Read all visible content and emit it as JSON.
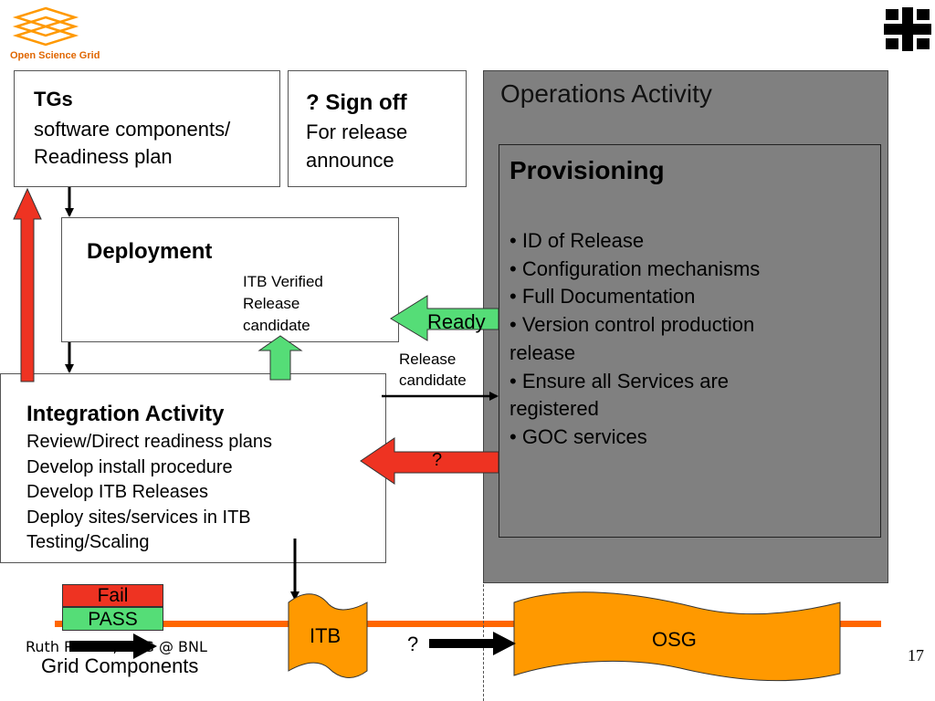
{
  "header": {
    "logo_text": "Open Science Grid"
  },
  "tgs_box": {
    "title": "TGs",
    "line1": "software components/",
    "line2": "Readiness plan"
  },
  "signoff_box": {
    "title": "? Sign off",
    "line1": "For release",
    "line2": "announce"
  },
  "deployment_box": {
    "title": "Deployment",
    "note_line1": "ITB Verified",
    "note_line2": "Release",
    "note_line3": "candidate"
  },
  "operations": {
    "title": "Operations Activity",
    "provisioning_title": "Provisioning",
    "items": [
      "• ID of Release",
      "• Configuration mechanisms",
      "• Full Documentation",
      "• Version control production",
      "release",
      "• Ensure all Services are",
      "registered",
      "• GOC services"
    ]
  },
  "integration_box": {
    "title": "Integration Activity",
    "items": [
      "Review/Direct readiness plans",
      "Develop install procedure",
      "Develop ITB Releases",
      "Deploy sites/services in ITB",
      "Testing/Scaling"
    ]
  },
  "arrows": {
    "ready_label": "Ready",
    "release_candidate_line1": "Release",
    "release_candidate_line2": "candidate",
    "question_label": "?",
    "bottom_question": "?"
  },
  "legend": {
    "fail_label": "Fail",
    "pass_label": "PASS",
    "grid_components": "Grid Components"
  },
  "banners": {
    "itb_label": "ITB",
    "osg_label": "OSG"
  },
  "footer": {
    "author": "Ruth Pordes, OSG @ BNL",
    "page_number": "17"
  },
  "colors": {
    "orange": "#FF9900",
    "red": "#EE3322",
    "green": "#55DD77",
    "gray_panel": "#808080",
    "orange_line": "#FF6600"
  }
}
